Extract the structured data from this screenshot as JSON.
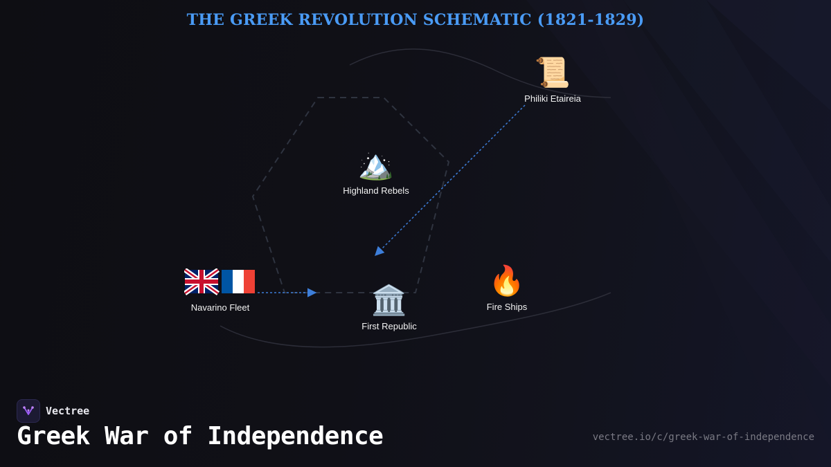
{
  "title": "THE GREEK REVOLUTION SCHEMATIC (1821-1829)",
  "nodes": [
    {
      "id": "philiki",
      "label": "Philiki Etaireia",
      "icon": "scroll-icon",
      "emoji": "📜"
    },
    {
      "id": "highland",
      "label": "Highland Rebels",
      "icon": "snowcapped-mountain-icon",
      "emoji": "🏔️"
    },
    {
      "id": "navarino",
      "label": "Navarino Fleet",
      "icon": "uk-france-flags-icon",
      "emoji": "🇬🇧🇫🇷"
    },
    {
      "id": "republic",
      "label": "First Republic",
      "icon": "classical-building-icon",
      "emoji": "🏛️"
    },
    {
      "id": "fireships",
      "label": "Fire Ships",
      "icon": "fire-icon",
      "emoji": "🔥"
    }
  ],
  "edges": [
    {
      "from": "philiki",
      "to": "republic",
      "style": "dashed",
      "color": "#3d7ed9"
    },
    {
      "from": "navarino",
      "to": "republic",
      "style": "dashed",
      "color": "#3d7ed9"
    }
  ],
  "brand": {
    "name": "Vectree",
    "icon": "vectree-logo-icon"
  },
  "heading": "Greek War of Independence",
  "url": "vectree.io/c/greek-war-of-independence",
  "colors": {
    "title": "#4a9bf5",
    "edge": "#3d7ed9",
    "background": "#0d0d12",
    "text": "#f2f2f2",
    "url": "#7a7a84"
  }
}
